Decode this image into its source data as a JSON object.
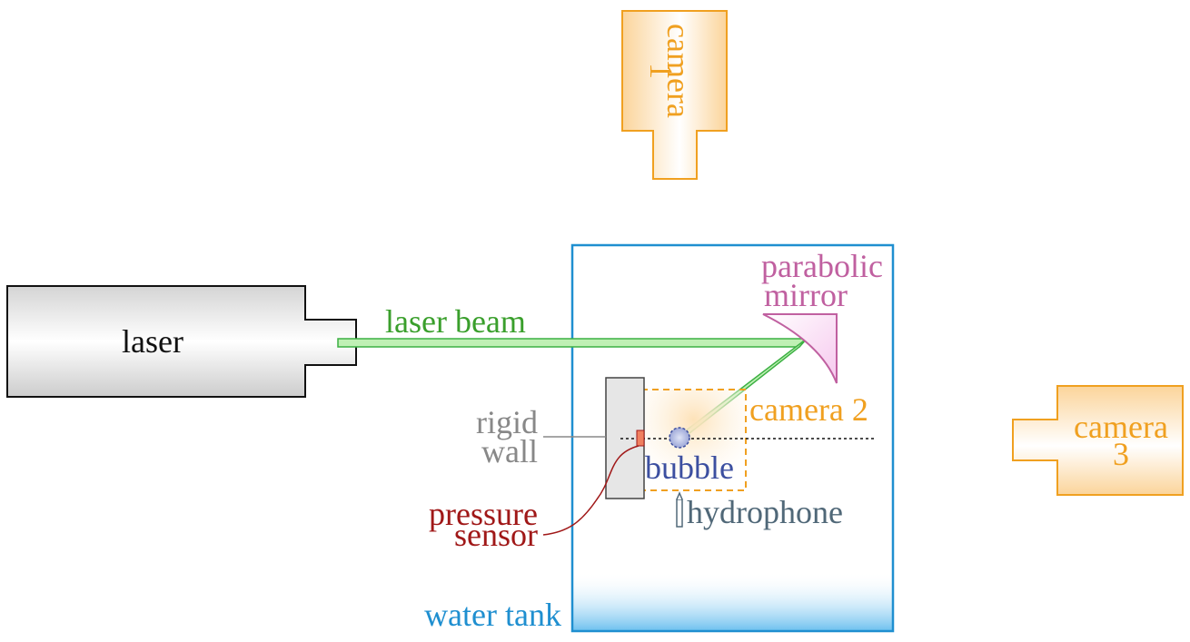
{
  "labels": {
    "laser": "laser",
    "laser_beam": "laser beam",
    "parabolic_mirror_line1": "parabolic",
    "parabolic_mirror_line2": "mirror",
    "camera1_line1": "camera",
    "camera1_line2": "1",
    "camera2": "camera 2",
    "camera3_line1": "camera",
    "camera3_line2": "3",
    "rigid_wall_line1": "rigid",
    "rigid_wall_line2": "wall",
    "bubble": "bubble",
    "hydrophone": "hydrophone",
    "pressure_sensor_line1": "pressure",
    "pressure_sensor_line2": "sensor",
    "water_tank": "water tank"
  },
  "colors": {
    "camera": "#f0a020",
    "beam": "#3cb043",
    "mirror": "#c060a0",
    "tank": "#1f8fd0",
    "wall": "#888888",
    "bubble": "#3c4fa0",
    "hydrophone": "#506878",
    "pressure": "#a01818",
    "laser": "#111111"
  }
}
